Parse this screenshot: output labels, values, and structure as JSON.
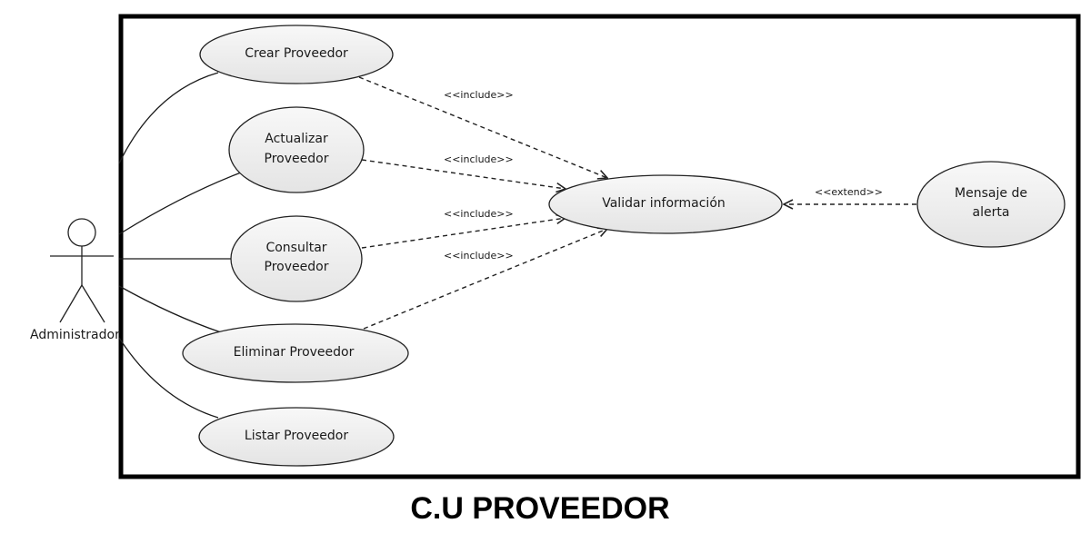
{
  "diagram": {
    "title": "C.U PROVEEDOR",
    "actor": {
      "label": "Administrador"
    },
    "use_cases": {
      "crear": [
        "Crear Proveedor"
      ],
      "actualizar": [
        "Actualizar",
        "Proveedor"
      ],
      "consultar": [
        "Consultar",
        "Proveedor"
      ],
      "eliminar": [
        "Eliminar Proveedor"
      ],
      "listar": [
        "Listar Proveedor"
      ],
      "validar": [
        "Validar información"
      ],
      "mensaje": [
        "Mensaje de",
        "alerta"
      ]
    },
    "relations": {
      "include_1": "<<include>>",
      "include_2": "<<include>>",
      "include_3": "<<include>>",
      "include_4": "<<include>>",
      "extend": "<<extend>>"
    },
    "colors": {
      "usecase_fill_top": "#f7f7f7",
      "usecase_fill_bottom": "#e6e6e6",
      "stroke": "#222222",
      "boundary": "#000000"
    }
  }
}
